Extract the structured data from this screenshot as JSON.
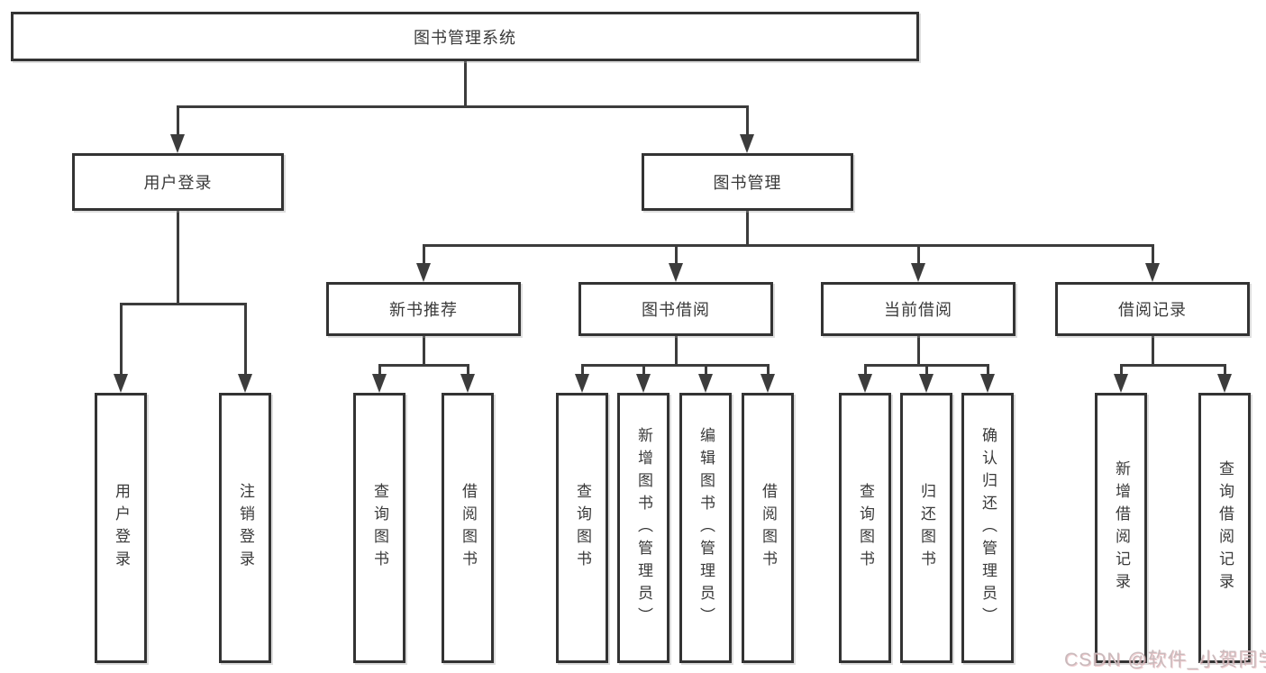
{
  "colors": {
    "line": "#3c3c3c",
    "box-border": "#333333",
    "text": "#3a3a3a",
    "watermark": "#c9babc"
  },
  "nodes": {
    "root": "图书管理系统",
    "l1": [
      "用户登录",
      "图书管理"
    ],
    "l2": [
      "新书推荐",
      "图书借阅",
      "当前借阅",
      "借阅记录"
    ],
    "l3": [
      "用户登录",
      "注销登录",
      "查询图书",
      "借阅图书",
      "查询图书",
      "新增图书（管理员）",
      "编辑图书（管理员）",
      "借阅图书",
      "查询图书",
      "归还图书",
      "确认归还（管理员）",
      "新增借阅记录",
      "查询借阅记录"
    ]
  },
  "watermark": {
    "text": "CSDN @软件_小贺同学"
  }
}
